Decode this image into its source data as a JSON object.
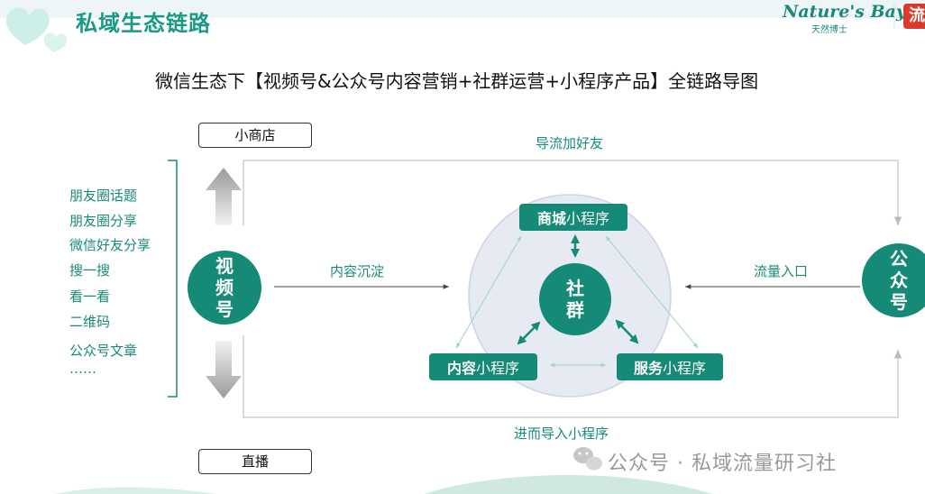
{
  "header": {
    "title": "私域生态链路",
    "logo_text": "Nature's Bay",
    "logo_sub": "天然博士",
    "logo_partial": "流"
  },
  "main_title": "微信生态下【视频号&公众号内容营销+社群运营+小程序产品】全链路导图",
  "boxes": {
    "top": "小商店",
    "bottom": "直播"
  },
  "side_list": [
    "朋友圈话题",
    "朋友圈分享",
    "微信好友分享",
    "搜一搜",
    "看一看",
    "二维码",
    "公众号文章",
    "……"
  ],
  "nodes": {
    "video": "视\n频\n号",
    "community": "社\n群",
    "official": "公\n众\n号",
    "mall": {
      "bold": "商城",
      "rest": "小程序"
    },
    "content": {
      "bold": "内容",
      "rest": "小程序"
    },
    "service": {
      "bold": "服务",
      "rest": "小程序"
    }
  },
  "edge_labels": {
    "top": "导流加好友",
    "left": "内容沉淀",
    "right": "流量入口",
    "bottom": "进而导入小程序"
  },
  "watermark": "公众号 · 私域流量研习社",
  "colors": {
    "primary": "#158a76",
    "accent": "#1a9a86",
    "inner_circle": "#e6eaf3"
  }
}
